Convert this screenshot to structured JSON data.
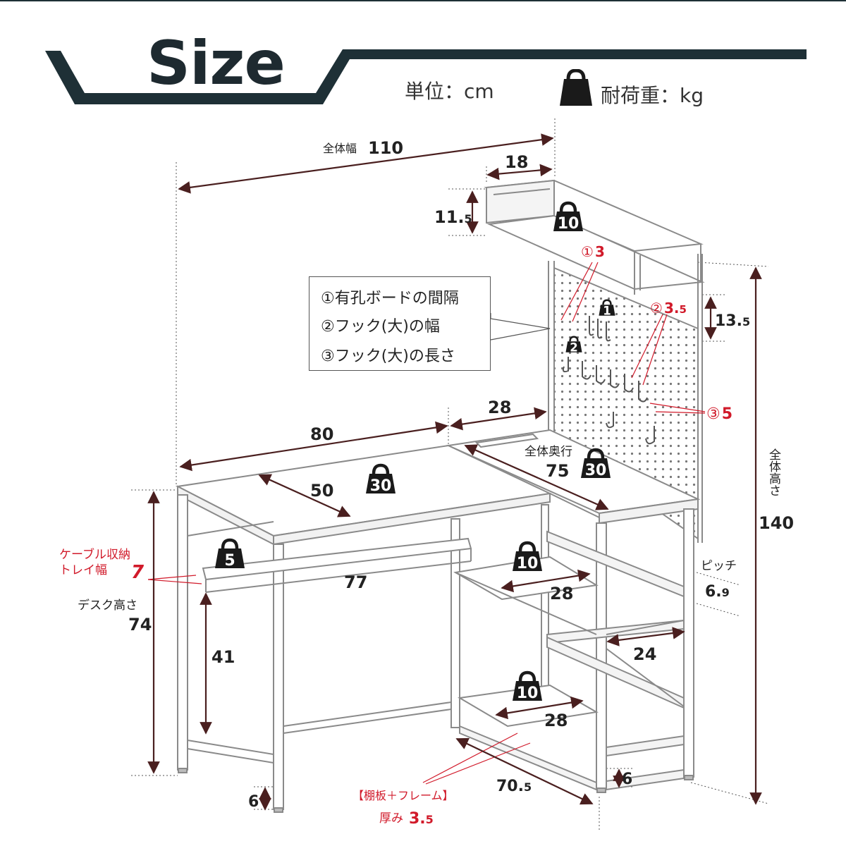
{
  "header": {
    "title": "Size",
    "unit_label": "単位：cm",
    "load_label": "耐荷重：kg"
  },
  "legend": {
    "items": [
      "①有孔ボードの間隔",
      "②フック(大)の幅",
      "③フック(大)の長さ"
    ]
  },
  "dimensions": {
    "total_width_label": "全体幅",
    "total_width": "110",
    "top_shelf_depth": "18",
    "top_shelf_height_main": "11.",
    "top_shelf_height_sub": "5",
    "pegboard_right_height_main": "13.",
    "pegboard_right_height_sub": "5",
    "side_depth": "28",
    "desk_width": "80",
    "desk_depth": "50",
    "total_depth_label": "全体奥行",
    "total_depth": "75",
    "cable_tray_label_1": "ケーブル収納",
    "cable_tray_label_2": "トレイ幅",
    "cable_tray_width": "7",
    "tray_length": "77",
    "desk_height_label": "デスク高さ",
    "desk_height": "74",
    "legroom_height": "41",
    "pitch_label": "ピッチ",
    "pitch_main": "6.",
    "pitch_sub": "9",
    "shelf_depth_upper": "28",
    "shelf_depth_mid": "24",
    "shelf_depth_lower": "28",
    "total_height_label": "全体高さ",
    "total_height": "140",
    "foot_left": "6",
    "foot_right": "6",
    "bottom_span_main": "70.",
    "bottom_span_sub": "5",
    "frame_label": "【棚板＋フレーム】",
    "thickness_label": "厚み",
    "thickness_main": "3.",
    "thickness_sub": "5"
  },
  "hooks": {
    "hook1_marker": "①",
    "hook1_value": "3",
    "hook2_marker": "②",
    "hook2_main": "3.",
    "hook2_sub": "5",
    "hook3_marker": "③",
    "hook3_value": "5"
  },
  "loads": {
    "top_shelf": "10",
    "hook_large": "1",
    "hook_small": "2",
    "desk_main": "30",
    "desk_side": "30",
    "cable_tray": "5",
    "shelf_upper": "10",
    "shelf_lower": "10"
  },
  "colors": {
    "accent_dark": "#1e3036",
    "dimension_line": "#4a1f1f",
    "highlight_red": "#d11a2a",
    "weight_icon": "#1a1a1a"
  }
}
